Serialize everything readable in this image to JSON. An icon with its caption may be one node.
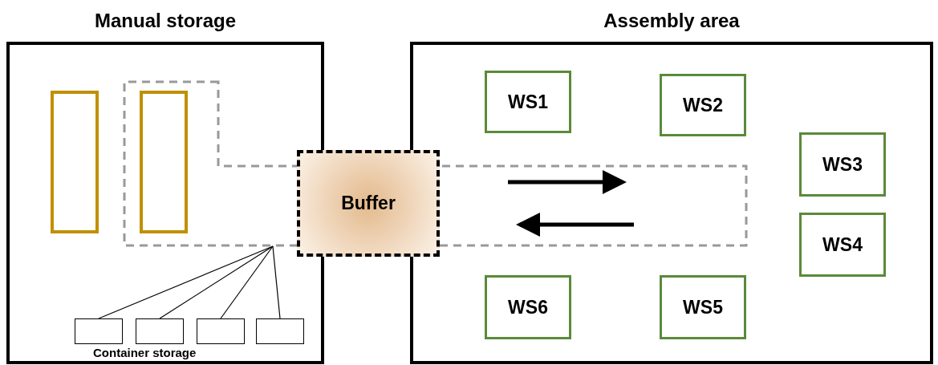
{
  "diagram": {
    "nodes": [
      {
        "text": [
          "Manual storage"
        ]
      },
      {
        "text": [],
        "shape": "bar",
        "in": 0
      },
      {
        "text": [],
        "shape": "bar",
        "in": 0
      },
      {
        "text": [],
        "shape": "box",
        "in": 0
      },
      {
        "text": [],
        "shape": "box",
        "in": 0
      },
      {
        "text": [],
        "shape": "box",
        "in": 0
      },
      {
        "text": [],
        "shape": "box",
        "in": 0
      },
      {
        "text": [
          "Assembly area"
        ]
      },
      {
        "text": [
          "Buffer"
        ]
      },
      {
        "text": [
          "WS1"
        ],
        "in": 7
      },
      {
        "text": [
          "WS2"
        ],
        "in": 7
      },
      {
        "text": [
          "WS3"
        ],
        "in": 7
      },
      {
        "text": [
          "WS4"
        ],
        "in": 7
      },
      {
        "text": [
          "WS6"
        ],
        "in": 7
      },
      {
        "text": [
          "WS5"
        ],
        "in": 7
      }
    ],
    "edges": [
      {
        "from": null,
        "to": 3,
        "arrow": "none"
      },
      {
        "from": null,
        "to": 4,
        "arrow": "none"
      },
      {
        "from": null,
        "to": 5,
        "arrow": "none"
      },
      {
        "from": null,
        "to": 6,
        "arrow": "none"
      }
    ],
    "labels": [
      "Container storage"
    ]
  }
}
